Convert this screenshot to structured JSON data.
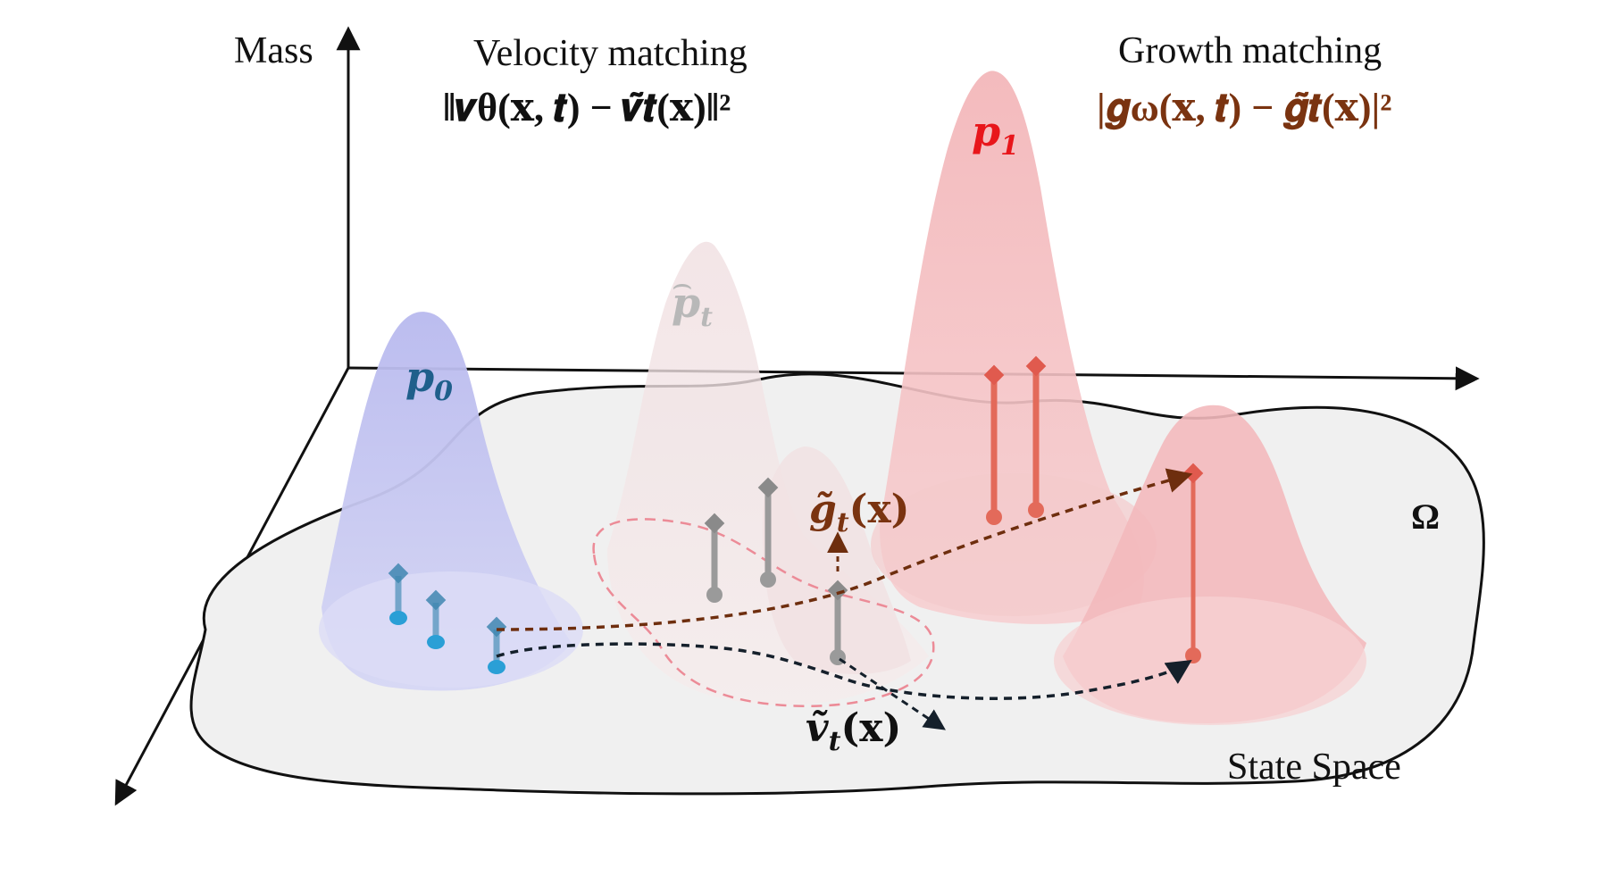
{
  "axes": {
    "y_label": "Mass"
  },
  "titles": {
    "velocity_title": "Velocity matching",
    "velocity_formula": "‖𝒗θ(𝐱, 𝒕) − 𝒗̃𝒕(𝐱)‖²",
    "growth_title": "Growth matching",
    "growth_formula": "|𝒈ω(𝐱, 𝒕) − 𝒈̃𝒕(𝐱)|²"
  },
  "labels": {
    "p0": "p",
    "p0_sub": "0",
    "pt": "p",
    "pt_sub": "t",
    "p1": "p",
    "p1_sub": "1",
    "g_tilde": "g̃",
    "g_tilde_sub": "t",
    "g_tilde_arg": "(x)",
    "v_tilde": "ṽ",
    "v_tilde_sub": "t",
    "v_tilde_arg": "(x)",
    "omega": "Ω",
    "state_space": "State Space"
  },
  "colors": {
    "p0_fill": "#c5c6f0",
    "p0_label": "#1f5f8b",
    "pt_fill": "#f1e3e4",
    "pt_label": "#b8b8b8",
    "p1_fill": "#f3bcbf",
    "p1_label": "#e8161b",
    "growth_formula": "#7a3310",
    "g_tilde": "#7a3310",
    "blue_marker": "#2a9fd6",
    "gray_marker": "#9a9a9a",
    "red_marker": "#e36a5a",
    "state_space_fill": "#f0f0f0"
  }
}
